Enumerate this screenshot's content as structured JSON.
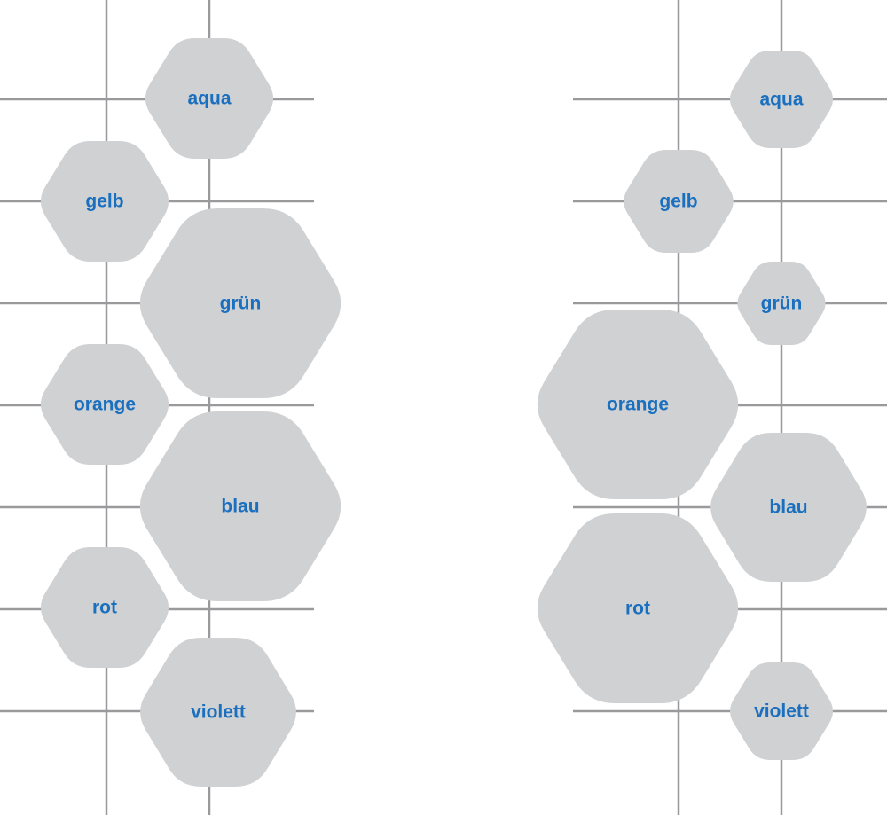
{
  "colors": {
    "hexagon_fill": "#d0d1d3",
    "label_text": "#1a6fbf",
    "grid_line": "#9a9a9c"
  },
  "panels": [
    {
      "hexagons": [
        {
          "label": "aqua"
        },
        {
          "label": "gelb"
        },
        {
          "label": "grün"
        },
        {
          "label": "orange"
        },
        {
          "label": "blau"
        },
        {
          "label": "rot"
        },
        {
          "label": "violett"
        }
      ]
    },
    {
      "hexagons": [
        {
          "label": "aqua"
        },
        {
          "label": "gelb"
        },
        {
          "label": "grün"
        },
        {
          "label": "orange"
        },
        {
          "label": "blau"
        },
        {
          "label": "rot"
        },
        {
          "label": "violett"
        }
      ]
    }
  ]
}
